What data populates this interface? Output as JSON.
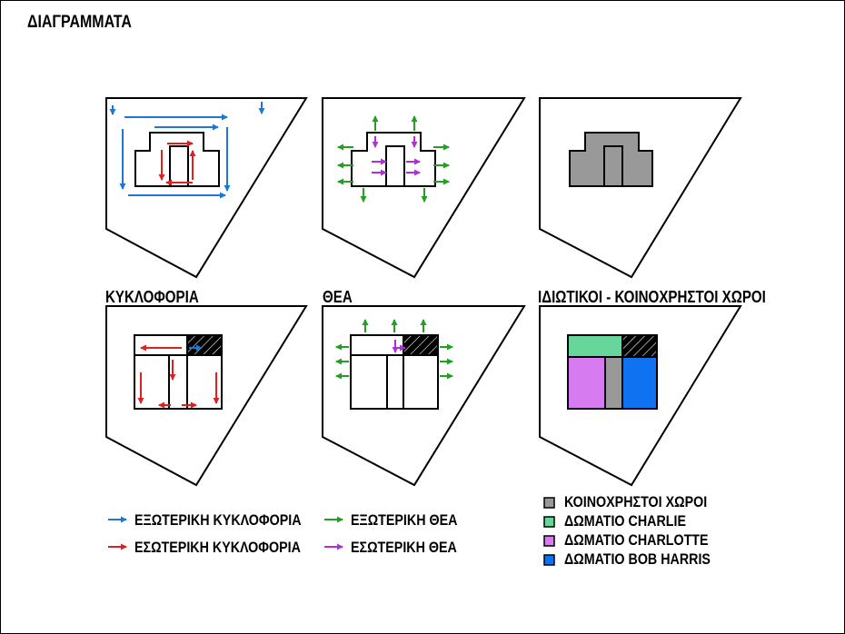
{
  "page": {
    "title": "ΔΙΑΓΡΑΜΜΑΤΑ"
  },
  "labels": {
    "circulation": "ΚΥΚΛΟΦΟΡΙΑ",
    "view": "ΘΕΑ",
    "private_public": "ΙΔΙΩΤΙΚΟΙ - ΚΟΙΝΟΧΡΗΣΤΟΙ ΧΩΡΟΙ"
  },
  "legend_arrows": [
    {
      "label": "ΕΞΩΤΕΡΙΚΗ ΚΥΚΛΟΦΟΡΙΑ",
      "color": "#1e78d2"
    },
    {
      "label": "ΕΣΩΤΕΡΙΚΗ ΚΥΚΛΟΦΟΡΙΑ",
      "color": "#e02020"
    },
    {
      "label": "ΕΞΩΤΕΡΙΚΗ ΘΕΑ",
      "color": "#22a022"
    },
    {
      "label": "ΕΣΩΤΕΡΙΚΗ ΘΕΑ",
      "color": "#b030d8"
    }
  ],
  "legend_zones": [
    {
      "label": "ΚΟΙΝΟΧΡΗΣΤΟΙ ΧΩΡΟΙ",
      "color": "#999999"
    },
    {
      "label": "ΔΩΜΑΤΙΟ CHARLIE",
      "color": "#66d69a"
    },
    {
      "label": "ΔΩΜΑΤΙΟ CHARLOTTE",
      "color": "#d77cf0"
    },
    {
      "label": "ΔΩΜΑΤΙΟ BOB HARRIS",
      "color": "#0f72f0"
    }
  ],
  "colors": {
    "external_circulation": "#1e78d2",
    "internal_circulation": "#e02020",
    "external_view": "#22a022",
    "internal_view": "#b030d8",
    "shared_spaces": "#999999",
    "room_charlie": "#66d69a",
    "room_charlotte": "#d77cf0",
    "room_bob_harris": "#0f72f0",
    "hatch": "#000000"
  }
}
